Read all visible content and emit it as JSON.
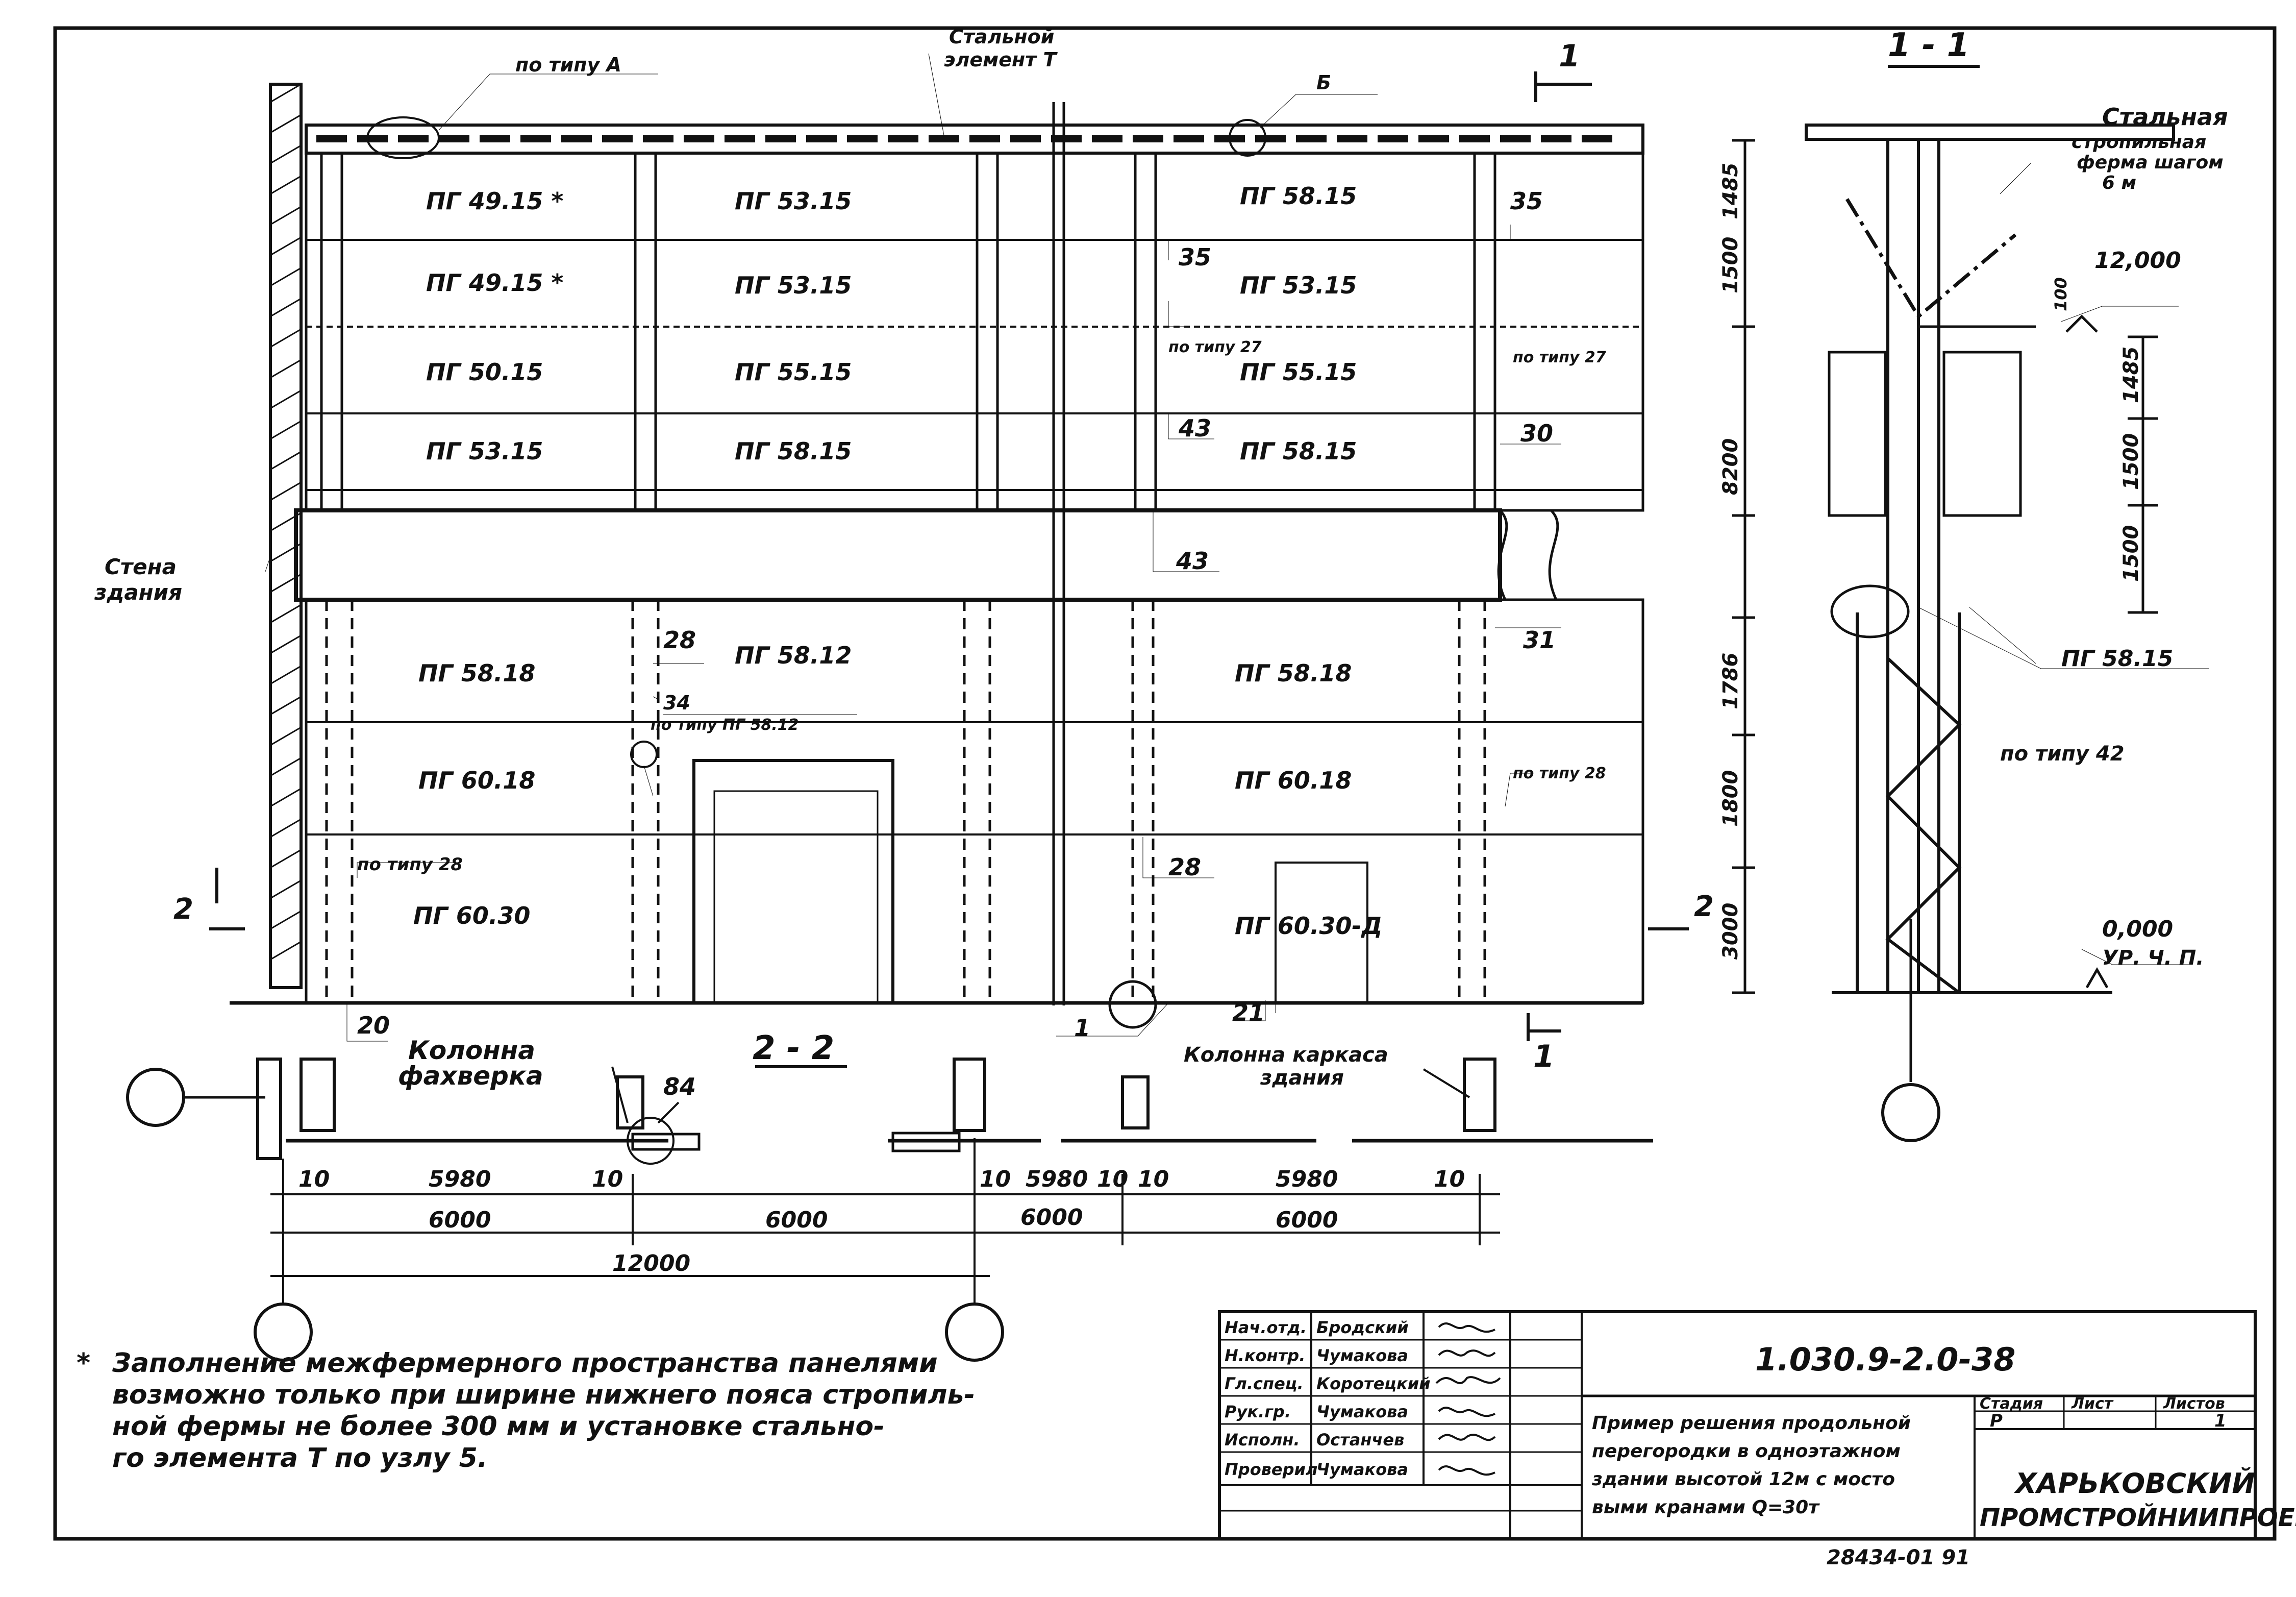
{
  "title_block": {
    "doc_number": "1.030.9-2.0-38",
    "title_lines": [
      "Пример решения продольной",
      "перегородки в одноэтажном",
      "здании высотой 12м с мосто",
      "выми кранами Q=30т"
    ],
    "headers": {
      "stage": "Стадия",
      "sheet": "Лист",
      "sheets": "Листов"
    },
    "stage": "Р",
    "sheet_no": "1",
    "organization": [
      "ХАРЬКОВСКИЙ",
      "ПРОМСТРОЙНИИПРОЕКТ"
    ],
    "staff": [
      {
        "role": "Нач.отд.",
        "name": "Бродский"
      },
      {
        "role": "Н.контр.",
        "name": "Чумакова"
      },
      {
        "role": "Гл.спец.",
        "name": "Коротецкий"
      },
      {
        "role": "Рук.гр.",
        "name": "Чумакова"
      },
      {
        "role": "Исполн.",
        "name": "Останчев"
      },
      {
        "role": "Проверил",
        "name": "Чумакова"
      }
    ],
    "inventory_no": "28434-01  91"
  },
  "note": {
    "marker": "*",
    "lines": [
      "Заполнение межфермерного пространства панелями",
      "возможно только при ширине нижнего пояса стропиль-",
      "ной фермы не более 300 мм и установке стально-",
      "го элемента Т по узлу 5."
    ]
  },
  "elevation": {
    "upper_panels": [
      "ПГ 49.15 *",
      "ПГ 53.15",
      "ПГ 58.15",
      "ПГ 49.15 *",
      "ПГ 53.15",
      "ПГ 53.15",
      "ПГ 50.15",
      "ПГ 55.15",
      "ПГ 55.15",
      "ПГ 53.15",
      "ПГ 58.15",
      "ПГ 58.15"
    ],
    "lower_panels": [
      "ПГ 58.18",
      "ПГ 58.12",
      "ПГ 58.18",
      "ПГ 60.18",
      "ПГ 60.18",
      "ПГ 60.30",
      "ПГ 60.30-Д"
    ],
    "callouts": [
      "по типу А",
      "Стальной элемент Т",
      "Б",
      "по типу 27",
      "по типу 27",
      "по типу ПГ 58.12",
      "по типу 28",
      "по типу 28",
      "Стена здания"
    ],
    "node_numbers": [
      "35",
      "35",
      "43",
      "43",
      "30",
      "31",
      "28",
      "34",
      "28",
      "20",
      "21",
      "1"
    ],
    "section_marks": [
      "1",
      "1",
      "2",
      "2",
      "1 - 1",
      "2 - 2"
    ]
  },
  "plan": {
    "labels": [
      "Колонна фахверка",
      "Колонна каркаса здания",
      "84"
    ],
    "dims_row1": [
      "10",
      "5980",
      "10",
      "10",
      "5980",
      "10",
      "10",
      "5980",
      "10"
    ],
    "dims_row2": [
      "6000",
      "6000",
      "6000",
      "6000"
    ],
    "dims_row3": [
      "12000"
    ]
  },
  "section_1_1": {
    "labels": [
      "Стальная стропильная ферма шагом 6 м",
      "ПГ 58.15",
      "по типу 42"
    ],
    "levels": [
      "12,000",
      "0,000",
      "УР. Ч. П."
    ],
    "dims": [
      "1485",
      "1500",
      "8200",
      "1786",
      "1800",
      "3000",
      "100",
      "1485",
      "1500",
      "1500"
    ]
  },
  "colors": {
    "ink": "#111111",
    "paper": "#ffffff"
  }
}
